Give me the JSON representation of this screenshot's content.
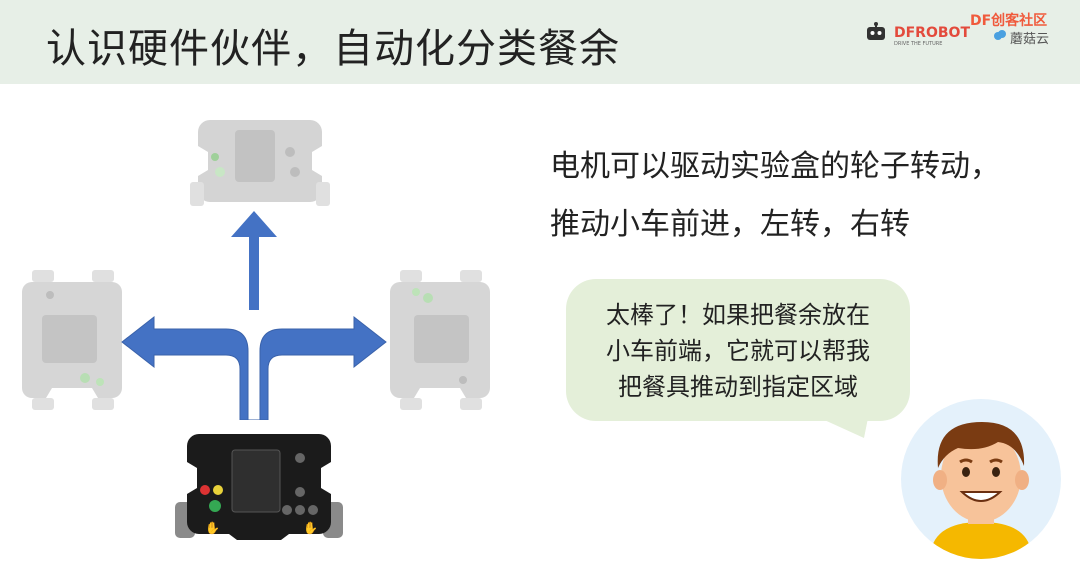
{
  "slide": {
    "title": "认识硬件伙伴，自动化分类餐余",
    "description_line1": "电机可以驱动实验盒的轮子转动，",
    "description_line2": "推动小车前进，左转，右转"
  },
  "speech_bubble": {
    "line1": "太棒了！如果把餐余放在",
    "line2": "小车前端，它就可以帮我",
    "line3": "把餐具推动到指定区域"
  },
  "logos": {
    "brand1": "DFROBOT",
    "brand1_tagline": "DRIVE THE FUTURE",
    "brand2": "蘑菇云",
    "community": "DF创客社区"
  },
  "colors": {
    "header_bg": "#e7efe7",
    "arrow": "#4472c4",
    "bubble_bg": "#e4efd9",
    "board": "#1b1b1b",
    "faded_board": "#d0d0d0"
  },
  "icons": [
    "dfrobot-logo-icon",
    "mushroom-cloud-logo-icon",
    "robot-car-icon",
    "boy-avatar-icon",
    "direction-arrows-icon"
  ]
}
